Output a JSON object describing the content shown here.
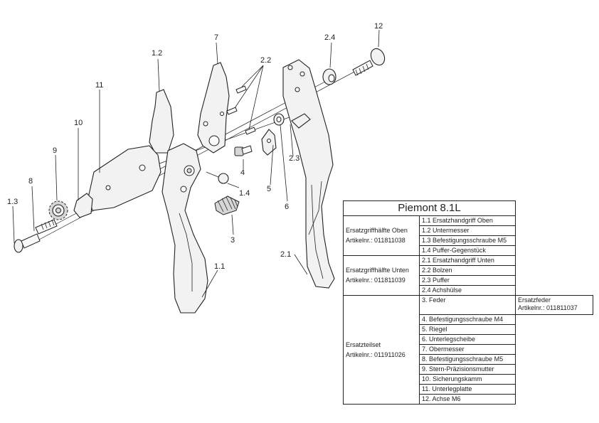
{
  "callouts": {
    "c11": "1.1",
    "c12": "1.2",
    "c13": "1.3",
    "c14": "1.4",
    "c21": "2.1",
    "c22": "2.2",
    "c23": "2.3",
    "c24": "2.4",
    "c3": "3",
    "c4": "4",
    "c5": "5",
    "c6": "6",
    "c7": "7",
    "c8": "8",
    "c9": "9",
    "c10": "10",
    "c11b": "11",
    "c12b": "12"
  },
  "table": {
    "title": "Piemont 8.1L",
    "groups": [
      {
        "name": "Ersatzgriffhälfte Oben",
        "article": "Artikelnr.: 011811038",
        "items": [
          "1.1 Ersatzhandgriff Oben",
          "1.2 Untermesser",
          "1.3 Befestigungsschraube M5",
          "1.4 Puffer-Gegenstück"
        ]
      },
      {
        "name": "Ersatzgriffhälfte Unten",
        "article": "Artikelnr.: 011811039",
        "items": [
          "2.1 Ersatzhandgriff Unten",
          "2.2 Bolzen",
          "2.3 Puffer",
          "2.4 Achshülse"
        ]
      },
      {
        "name": "Ersatzteilset",
        "article": "Artikelnr.: 011911026",
        "items": [
          "3.   Feder",
          "4.   Befestigungsschraube M4",
          "5.   Riegel",
          "6.   Unterlegscheibe",
          "7.   Obermesser",
          "8.   Befestigungsschraube M5",
          "9.   Stern-Präzisionsmutter",
          "10. Sicherungskamm",
          "11. Unterlegplatte",
          "12. Achse M6"
        ]
      }
    ],
    "spring_extra": {
      "name": "Ersatzfeder",
      "article": "Artikelnr.: 011811037"
    }
  }
}
